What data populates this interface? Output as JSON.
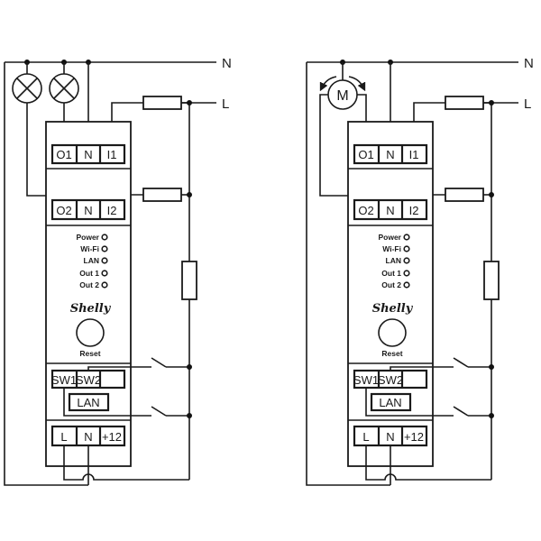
{
  "diagrams": [
    {
      "id": "lamps",
      "load_type": "two lamps",
      "line_labels": {
        "neutral": "N",
        "live": "L"
      },
      "top_terminals": [
        "O1",
        "N",
        "I1"
      ],
      "mid_terminals": [
        "O2",
        "N",
        "I2"
      ],
      "led_labels": [
        "Power",
        "Wi-Fi",
        "LAN",
        "Out 1",
        "Out 2"
      ],
      "logo": "Shelly",
      "reset_label": "Reset",
      "switch_terminals": [
        "SW1",
        "SW2",
        ""
      ],
      "lan_label": "LAN",
      "power_terminals": [
        "L",
        "N",
        "+12"
      ]
    },
    {
      "id": "motor",
      "load_type": "motor",
      "motor_label": "M",
      "line_labels": {
        "neutral": "N",
        "live": "L"
      },
      "top_terminals": [
        "O1",
        "N",
        "I1"
      ],
      "mid_terminals": [
        "O2",
        "N",
        "I2"
      ],
      "led_labels": [
        "Power",
        "Wi-Fi",
        "LAN",
        "Out 1",
        "Out 2"
      ],
      "logo": "Shelly",
      "reset_label": "Reset",
      "switch_terminals": [
        "SW1",
        "SW2",
        ""
      ],
      "lan_label": "LAN",
      "power_terminals": [
        "L",
        "N",
        "+12"
      ]
    }
  ]
}
